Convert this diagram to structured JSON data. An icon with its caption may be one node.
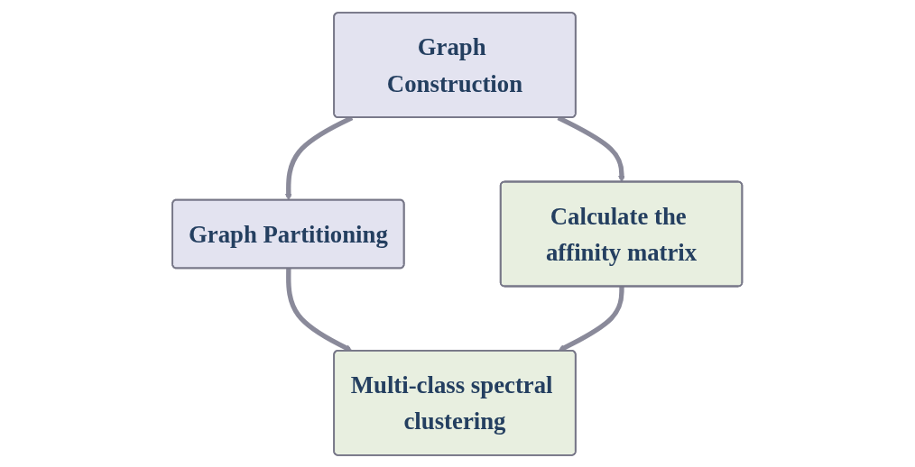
{
  "diagram": {
    "nodes": [
      {
        "text": [
          "Graph Construction"
        ]
      },
      {
        "text": [
          "Graph Partitioning"
        ]
      },
      {
        "text": [
          "Calculate the affinity matrix"
        ]
      },
      {
        "text": [
          "Multi-class spectral clustering"
        ]
      }
    ],
    "edges": [
      {
        "from": 0,
        "to": 1,
        "arrow": "to"
      },
      {
        "from": 0,
        "to": 2,
        "arrow": "to"
      },
      {
        "from": 1,
        "to": 3,
        "arrow": "to"
      },
      {
        "from": 2,
        "to": 3,
        "arrow": "to"
      }
    ]
  }
}
